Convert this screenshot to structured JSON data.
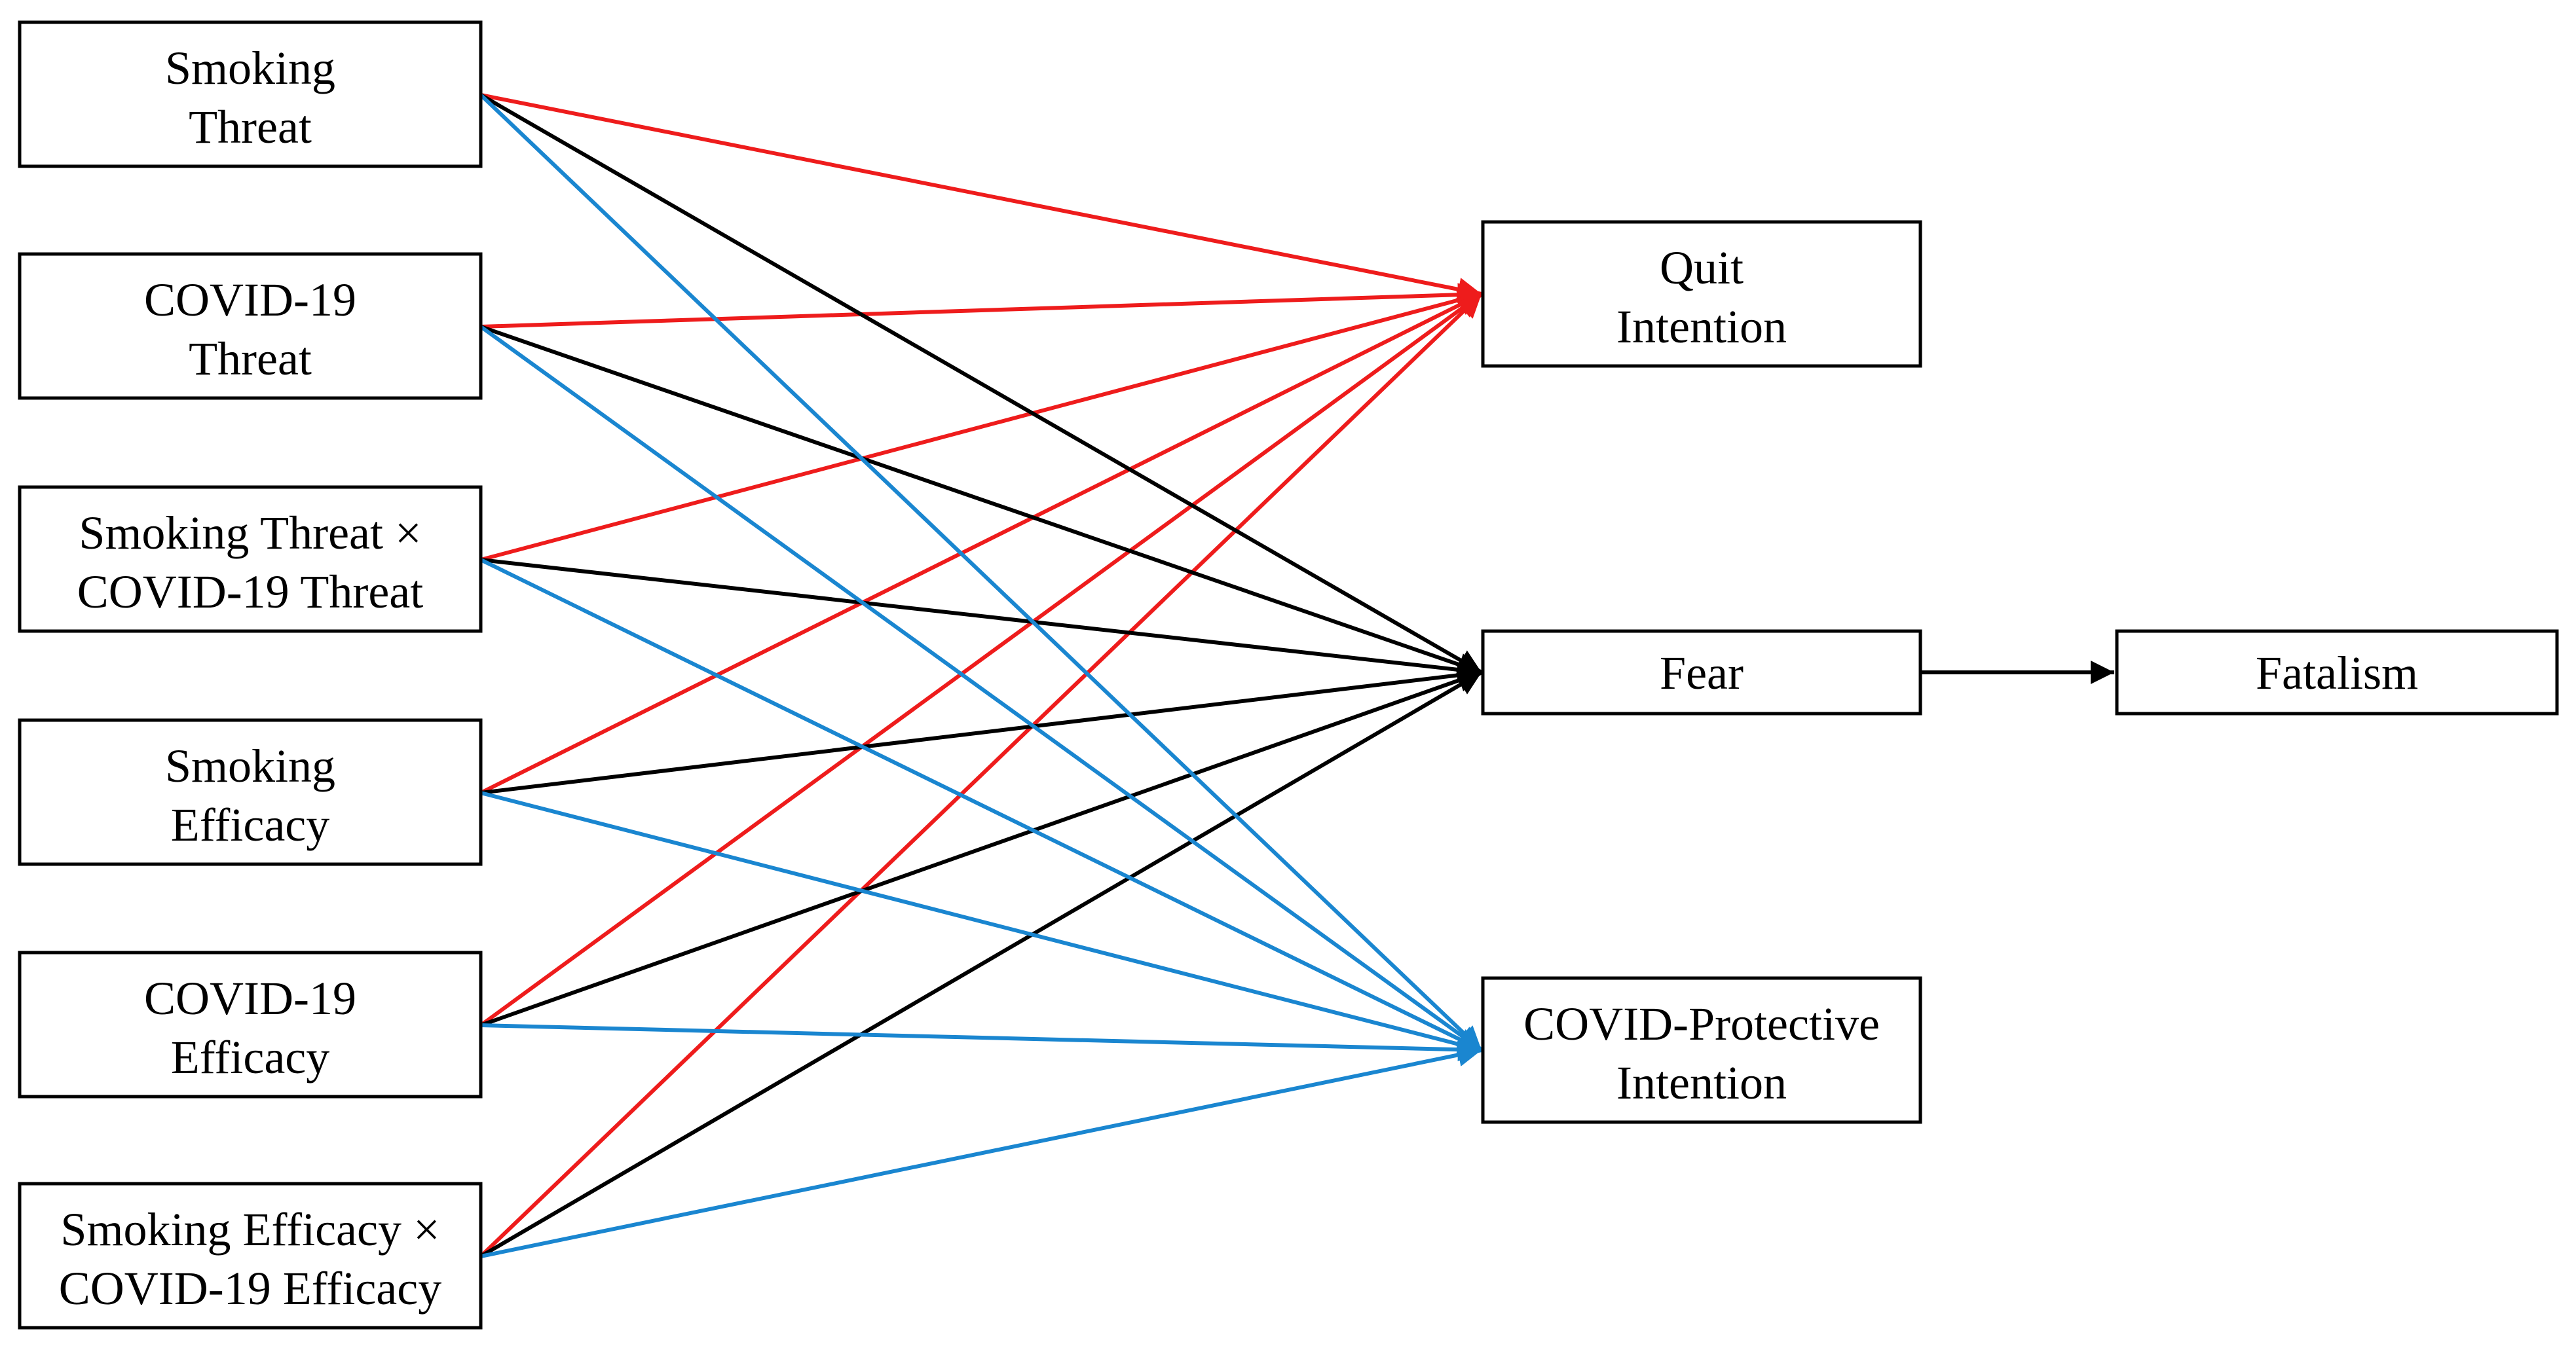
{
  "diagram": {
    "colors": {
      "quit": "#ee1c1c",
      "fear": "#000000",
      "covid": "#1a86d0",
      "node_border": "#000000",
      "background": "#ffffff"
    },
    "nodes": {
      "smoking_threat": {
        "lines": [
          "Smoking",
          "Threat"
        ]
      },
      "covid_threat": {
        "lines": [
          "COVID-19",
          "Threat"
        ]
      },
      "threat_interaction": {
        "lines": [
          "Smoking Threat ×",
          "COVID-19 Threat"
        ]
      },
      "smoking_efficacy": {
        "lines": [
          "Smoking",
          "Efficacy"
        ]
      },
      "covid_efficacy": {
        "lines": [
          "COVID-19",
          "Efficacy"
        ]
      },
      "efficacy_interaction": {
        "lines": [
          "Smoking Efficacy ×",
          "COVID-19 Efficacy"
        ]
      },
      "quit_intention": {
        "lines": [
          "Quit",
          "Intention"
        ]
      },
      "fear": {
        "lines": [
          "Fear"
        ]
      },
      "covid_protective_intention": {
        "lines": [
          "COVID-Protective",
          "Intention"
        ]
      },
      "fatalism": {
        "lines": [
          "Fatalism"
        ]
      }
    },
    "edges": [
      {
        "from": "smoking_threat",
        "to": "quit_intention",
        "color": "quit"
      },
      {
        "from": "covid_threat",
        "to": "quit_intention",
        "color": "quit"
      },
      {
        "from": "threat_interaction",
        "to": "quit_intention",
        "color": "quit"
      },
      {
        "from": "smoking_efficacy",
        "to": "quit_intention",
        "color": "quit"
      },
      {
        "from": "covid_efficacy",
        "to": "quit_intention",
        "color": "quit"
      },
      {
        "from": "efficacy_interaction",
        "to": "quit_intention",
        "color": "quit"
      },
      {
        "from": "smoking_threat",
        "to": "fear",
        "color": "fear"
      },
      {
        "from": "covid_threat",
        "to": "fear",
        "color": "fear"
      },
      {
        "from": "threat_interaction",
        "to": "fear",
        "color": "fear"
      },
      {
        "from": "smoking_efficacy",
        "to": "fear",
        "color": "fear"
      },
      {
        "from": "covid_efficacy",
        "to": "fear",
        "color": "fear"
      },
      {
        "from": "efficacy_interaction",
        "to": "fear",
        "color": "fear"
      },
      {
        "from": "smoking_threat",
        "to": "covid_protective_intention",
        "color": "covid"
      },
      {
        "from": "covid_threat",
        "to": "covid_protective_intention",
        "color": "covid"
      },
      {
        "from": "threat_interaction",
        "to": "covid_protective_intention",
        "color": "covid"
      },
      {
        "from": "smoking_efficacy",
        "to": "covid_protective_intention",
        "color": "covid"
      },
      {
        "from": "covid_efficacy",
        "to": "covid_protective_intention",
        "color": "covid"
      },
      {
        "from": "efficacy_interaction",
        "to": "covid_protective_intention",
        "color": "covid"
      },
      {
        "from": "fear",
        "to": "fatalism",
        "color": "fear"
      }
    ]
  }
}
